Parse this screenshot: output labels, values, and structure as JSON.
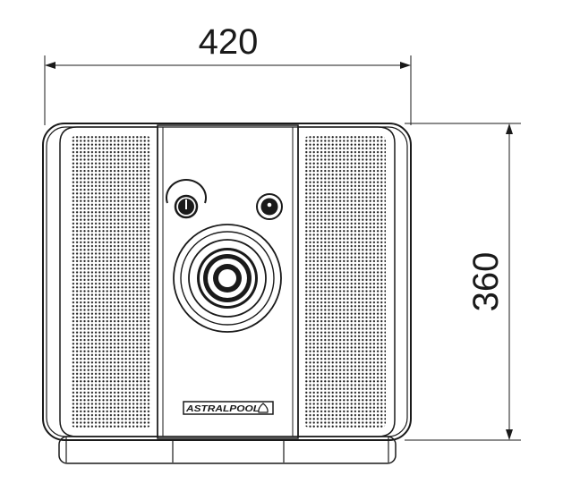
{
  "dimensions": {
    "width_label": "420",
    "height_label": "360"
  },
  "brand": {
    "logo_text": "ASTRALPOOL"
  },
  "colors": {
    "line": "#1a1a1a",
    "background": "#ffffff",
    "grille_dot": "#1a1a1a"
  },
  "icons": {
    "left_knob": "knob-icon",
    "right_knob": "knob-icon",
    "nozzle": "jet-nozzle-icon"
  }
}
